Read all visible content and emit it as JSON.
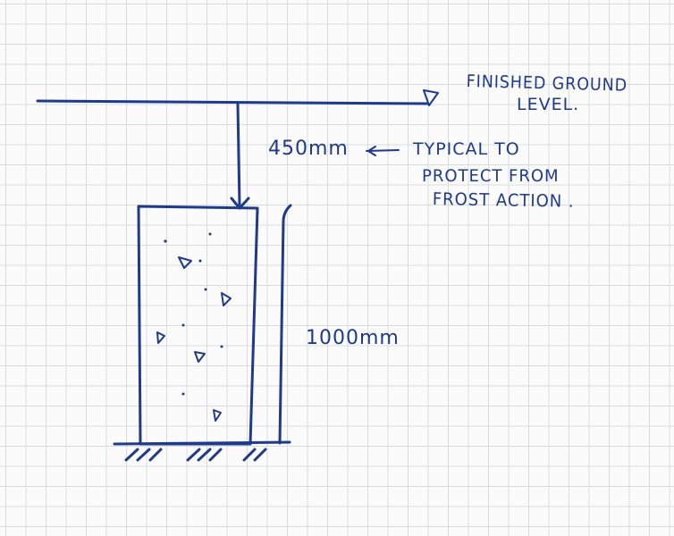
{
  "annotations": {
    "ground_level_line1": "FINISHED GROUND",
    "ground_level_line2": "LEVEL.",
    "depth_dimension": "450mm",
    "depth_note_line1": "TYPICAL TO",
    "depth_note_line2": "PROTECT FROM",
    "depth_note_line3": "FROST ACTION .",
    "footing_height": "1000mm"
  },
  "colors": {
    "ink": "#1f3a8a",
    "grid": "#d9dcdf",
    "paper": "#fbfbfb"
  }
}
